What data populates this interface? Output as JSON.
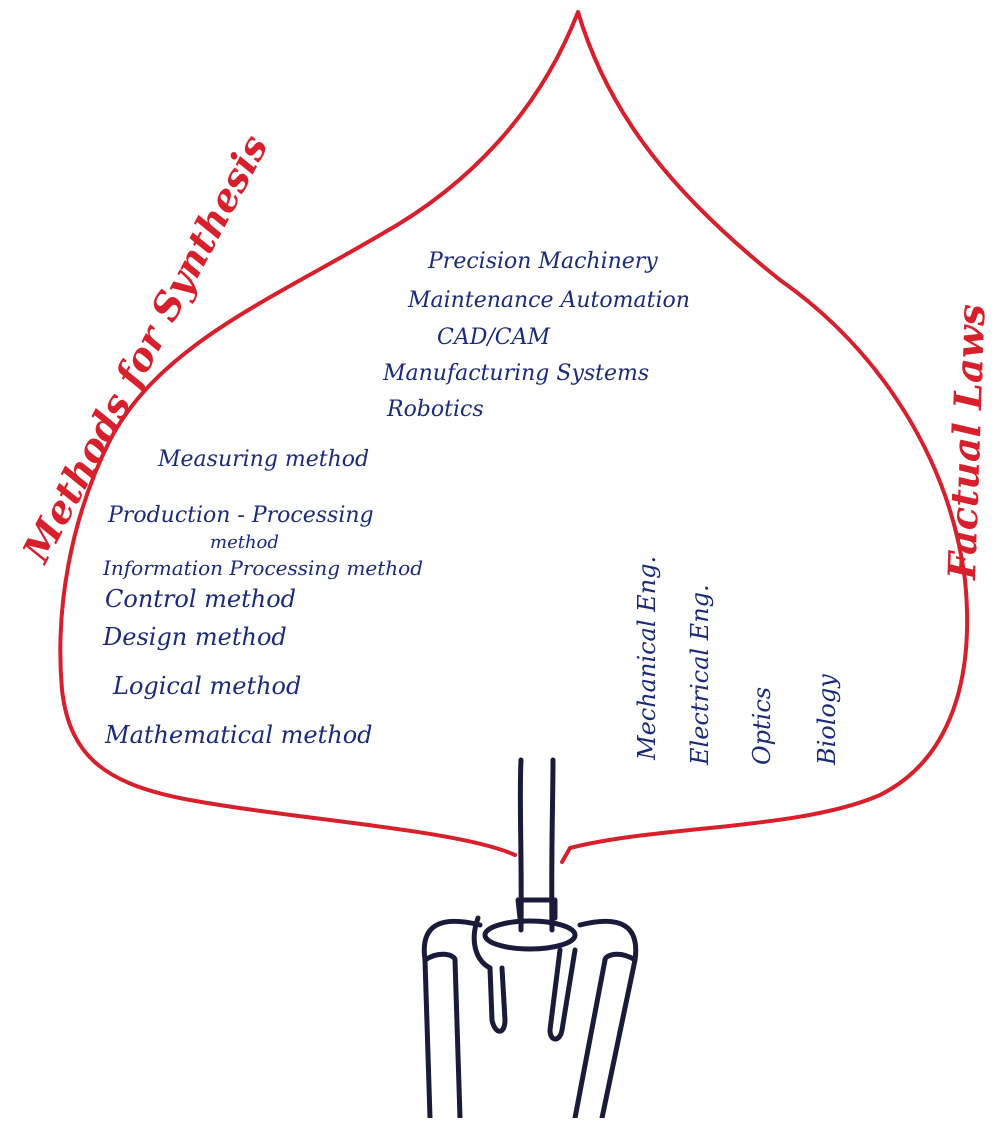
{
  "colors": {
    "outline_red": "#d81f2c",
    "ink_blue": "#1b2a7a",
    "stem_ink": "#1a1a3a"
  },
  "side_labels": {
    "left": "Methods for Synthesis",
    "right": "Factual Laws"
  },
  "top_items": [
    "Precision Machinery",
    "Maintenance Automation",
    "CAD/CAM",
    "Manufacturing Systems",
    "Robotics"
  ],
  "methods": [
    "Measuring method",
    "Production - Processing",
    "method",
    "Information Processing method",
    "Control method",
    "Design method",
    "Logical method",
    "Mathematical method"
  ],
  "disciplines": [
    "Mechanical Eng.",
    "Electrical Eng.",
    "Optics",
    "Biology"
  ]
}
